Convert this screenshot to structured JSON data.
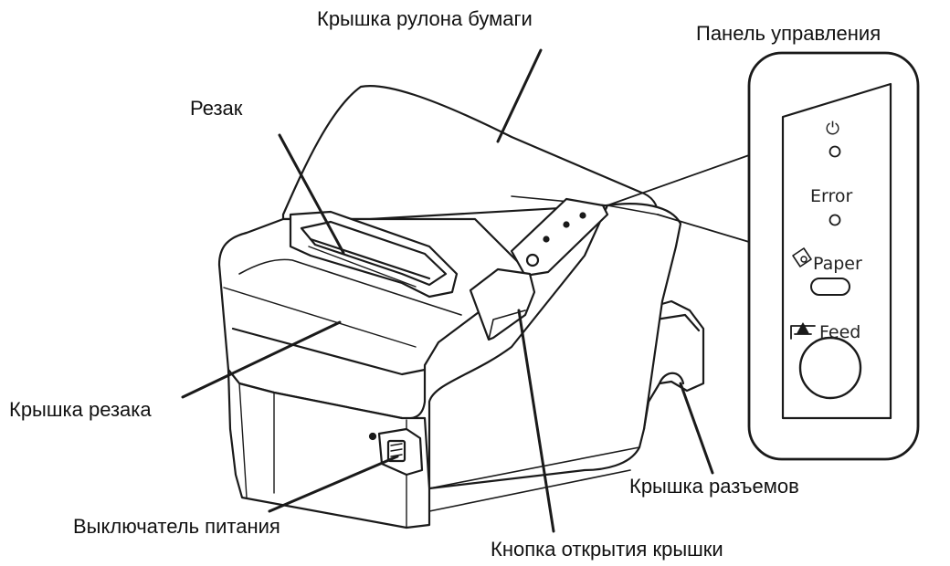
{
  "labels": {
    "paper_roll_cover": "Крышка рулона бумаги",
    "control_panel": "Панель управления",
    "cutter": "Резак",
    "cutter_cover": "Крышка резака",
    "power_switch": "Выключатель питания",
    "cover_open_button": "Кнопка открытия крышки",
    "connector_cover": "Крышка разъемов"
  },
  "panel": {
    "power_symbol": "⏻",
    "error_label": "Error",
    "paper_label": "Paper",
    "feed_label": "Feed"
  },
  "colors": {
    "line": "#1a1a1a",
    "body_fill": "#ffffff",
    "panel_fill": "#ffffff",
    "text": "#111111"
  }
}
